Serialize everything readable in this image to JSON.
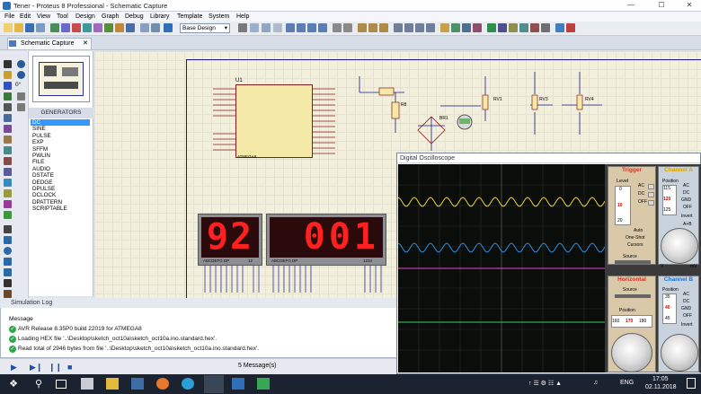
{
  "window": {
    "title": "Tener - Proteus 8 Professional - Schematic Capture"
  },
  "menu": [
    "File",
    "Edit",
    "View",
    "Tool",
    "Design",
    "Graph",
    "Debug",
    "Library",
    "Template",
    "System",
    "Help"
  ],
  "toolbar": {
    "design_select": "Base Design"
  },
  "tabs": [
    {
      "label": "Schematic Capture"
    }
  ],
  "left_tools": {
    "rotation_label": "0°"
  },
  "generators": {
    "header": "GENERATORS",
    "items": [
      "DC",
      "SINE",
      "PULSE",
      "EXP",
      "SFFM",
      "PWLIN",
      "FILE",
      "AUDIO",
      "DSTATE",
      "DEDGE",
      "DPULSE",
      "DCLOCK",
      "DPATTERN",
      "SCRIPTABLE"
    ],
    "selected": "DC"
  },
  "schematic": {
    "u1_label": "U1",
    "u1_part": "ATMEGA8",
    "r8_label": "R8",
    "br1_label": "BR1",
    "rv1_label": "RV1",
    "rv3_label": "RV3",
    "rv4_label": "RV4",
    "display1": {
      "digits": "92",
      "pins_left": "ABCDEFG DP",
      "pins_right": "12"
    },
    "display2": {
      "digits": "001",
      "pins_left": "ABCDEFG DP",
      "pins_right": "1234"
    }
  },
  "simulation_log": {
    "title": "Simulation Log",
    "header": "Message",
    "lines": [
      "AVR Release 8.35P0 build 22019 for ATMEGA8",
      "Loading HEX file '..\\Desktop\\sketch_oct10a\\sketch_oct10a.ino.standard.hex'.",
      "Read total of 2946 bytes from file '..\\Desktop\\sketch_oct10a\\sketch_oct10a.ino.standard.hex'."
    ],
    "message_count": "5 Message(s)"
  },
  "oscilloscope": {
    "title": "Digital Oscilloscope",
    "trigger_label": "Trigger",
    "channel_a_label": "Channel A",
    "channel_b_label": "Channel B",
    "horizontal_label": "Horizontal",
    "level_label": "Level",
    "source_label": "Source",
    "position_label": "Position",
    "ac": "AC",
    "dc": "DC",
    "gnd": "GND",
    "off": "OFF",
    "invert": "Invert",
    "auto": "Auto",
    "one_shot": "One-Shot",
    "cursors": "Cursors",
    "a_plus_b": "A+B",
    "scale_a": [
      "115",
      "120",
      "125"
    ],
    "scale_b": [
      "35",
      "40",
      "45"
    ],
    "scale_h": [
      "160",
      "170",
      "180"
    ],
    "level_scale": [
      "0",
      "10",
      "20"
    ],
    "units_mv": "mV",
    "units_v": "V",
    "trace_colors": {
      "channel_a": "#f2d63a",
      "channel_b": "#2a8fe6",
      "channel_c": "#e24ad6",
      "channel_d": "#2fd35a"
    }
  },
  "taskbar": {
    "time": "17:05",
    "date": "02.11.2018",
    "lang": "ENG"
  }
}
